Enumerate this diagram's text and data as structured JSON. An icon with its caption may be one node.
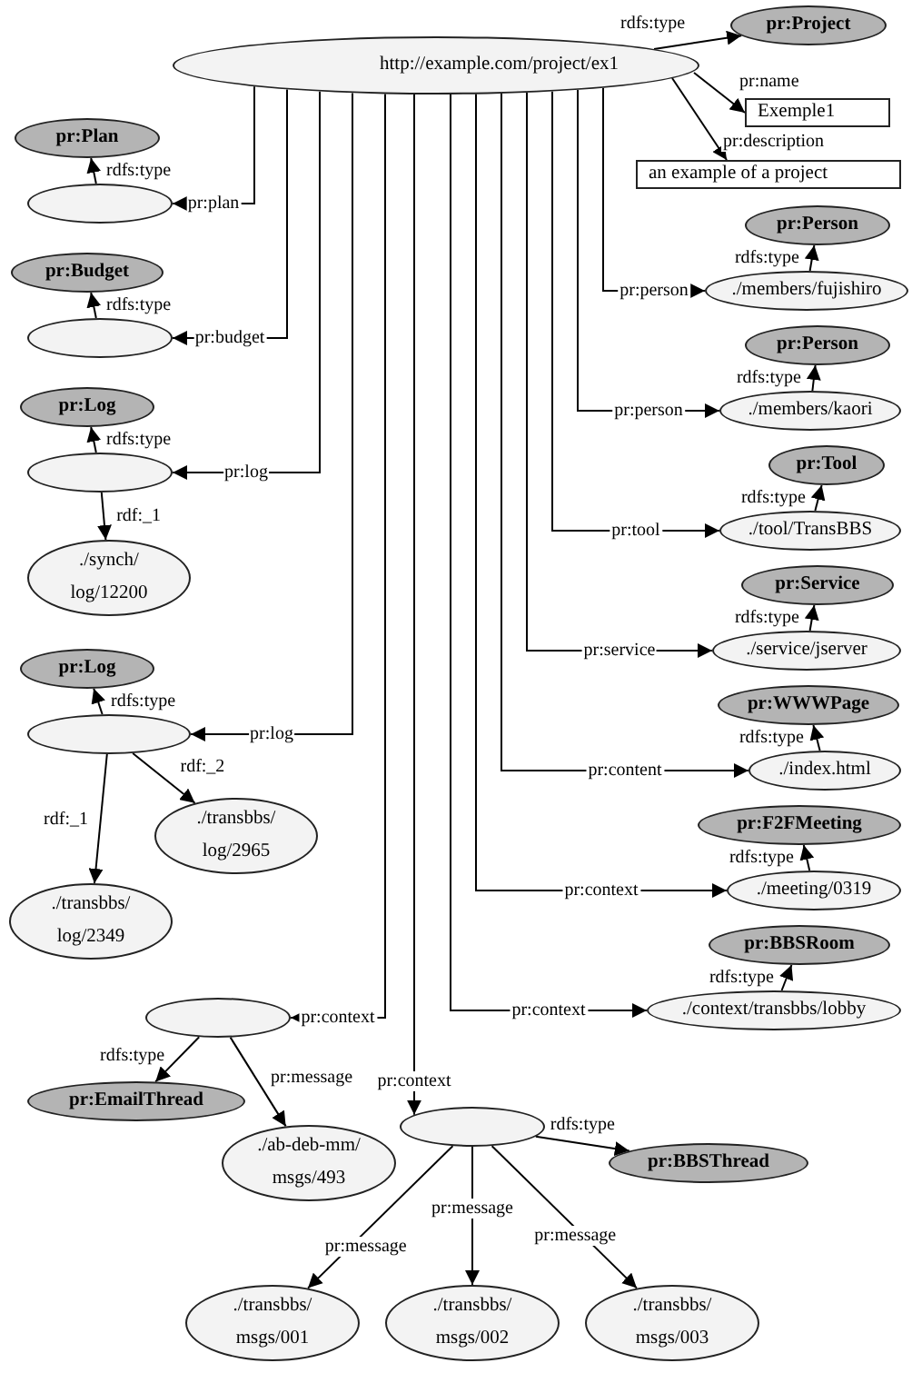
{
  "diagram": {
    "nodes": [
      {
        "text": [
          "http://example.com/project/ex1"
        ]
      },
      {
        "text": [
          "pr:Project"
        ]
      },
      {
        "text": [
          "Exemple1"
        ]
      },
      {
        "text": [
          "an example of a project"
        ]
      },
      {
        "text": [
          "pr:Plan"
        ]
      },
      {
        "text": [],
        "shape": "ellipse"
      },
      {
        "text": [
          "pr:Budget"
        ]
      },
      {
        "text": [],
        "shape": "ellipse"
      },
      {
        "text": [
          "pr:Person"
        ]
      },
      {
        "text": [
          "./members/fujishiro"
        ]
      },
      {
        "text": [
          "pr:Log"
        ]
      },
      {
        "text": [],
        "shape": "ellipse"
      },
      {
        "text": [
          "pr:Person"
        ]
      },
      {
        "text": [
          "./members/kaori"
        ]
      },
      {
        "text": [
          "pr:Tool"
        ]
      },
      {
        "text": [
          "./tool/TransBBS"
        ]
      },
      {
        "text": [
          "./synch/ log/12200"
        ]
      },
      {
        "text": [
          "pr:Service"
        ]
      },
      {
        "text": [
          "./service/jserver"
        ]
      },
      {
        "text": [
          "pr:Log"
        ]
      },
      {
        "text": [],
        "shape": "ellipse"
      },
      {
        "text": [
          "pr:WWWPage"
        ]
      },
      {
        "text": [
          "./index.html"
        ]
      },
      {
        "text": [
          "./transbbs/ log/2965"
        ]
      },
      {
        "text": [
          "pr:F2FMeeting"
        ]
      },
      {
        "text": [
          "./transbbs/ log/2349"
        ]
      },
      {
        "text": [],
        "shape": "ellipse"
      },
      {
        "text": [
          "./meeting/0319"
        ]
      },
      {
        "text": [
          "pr:BBSRoom"
        ]
      },
      {
        "text": [
          "pr:EmailThread"
        ]
      },
      {
        "text": [
          "./context/transbbs/lobby"
        ]
      },
      {
        "text": [],
        "shape": "ellipse"
      },
      {
        "text": [
          "./ab-deb-mm/ msgs/493"
        ]
      },
      {
        "text": [
          "pr:BBSThread"
        ]
      },
      {
        "text": [
          "./transbbs/ msgs/001"
        ]
      },
      {
        "text": [
          "./transbbs/ msgs/002"
        ]
      },
      {
        "text": [
          "./transbbs/ msgs/003"
        ]
      }
    ],
    "edges": [
      {
        "from": 0,
        "to": 1,
        "arrow": "to",
        "label": "rdfs:type"
      },
      {
        "from": 0,
        "to": 2,
        "arrow": "to",
        "label": "pr:name"
      },
      {
        "from": 0,
        "to": 3,
        "arrow": "to",
        "label": "pr:description"
      },
      {
        "from": 0,
        "to": 5,
        "arrow": "to",
        "label": "pr:plan"
      },
      {
        "from": 5,
        "to": 4,
        "arrow": "to",
        "label": "rdfs:type"
      },
      {
        "from": 0,
        "to": 7,
        "arrow": "to",
        "label": "pr:budget"
      },
      {
        "from": 7,
        "to": 6,
        "arrow": "to",
        "label": "rdfs:type"
      },
      {
        "from": 0,
        "to": 9,
        "arrow": "to",
        "label": "pr:person"
      },
      {
        "from": 9,
        "to": 8,
        "arrow": "to",
        "label": "rdfs:type"
      },
      {
        "from": 0,
        "to": 11,
        "arrow": "to",
        "label": "pr:log"
      },
      {
        "from": 11,
        "to": 10,
        "arrow": "to",
        "label": "rdfs:type"
      },
      {
        "from": 0,
        "to": 13,
        "arrow": "to",
        "label": "pr:person"
      },
      {
        "from": 13,
        "to": 12,
        "arrow": "to",
        "label": "rdfs:type"
      },
      {
        "from": 0,
        "to": 15,
        "arrow": "to",
        "label": "pr:tool"
      },
      {
        "from": 15,
        "to": 14,
        "arrow": "to",
        "label": "rdfs:type"
      },
      {
        "from": 11,
        "to": 16,
        "arrow": "to",
        "label": "rdf:_1"
      },
      {
        "from": 0,
        "to": 18,
        "arrow": "to",
        "label": "pr:service"
      },
      {
        "from": 18,
        "to": 17,
        "arrow": "to",
        "label": "rdfs:type"
      },
      {
        "from": 0,
        "to": 20,
        "arrow": "to",
        "label": "pr:log"
      },
      {
        "from": 20,
        "to": 19,
        "arrow": "to",
        "label": "rdfs:type"
      },
      {
        "from": 0,
        "to": 22,
        "arrow": "to",
        "label": "pr:content"
      },
      {
        "from": 22,
        "to": 21,
        "arrow": "to",
        "label": "rdfs:type"
      },
      {
        "from": 20,
        "to": 23,
        "arrow": "to",
        "label": "rdf:_2"
      },
      {
        "from": 20,
        "to": 25,
        "arrow": "to",
        "label": "rdf:_1"
      },
      {
        "from": 0,
        "to": 26,
        "arrow": "to",
        "label": "pr:context"
      },
      {
        "from": 26,
        "to": 29,
        "arrow": "to",
        "label": "rdfs:type"
      },
      {
        "from": 26,
        "to": 32,
        "arrow": "to",
        "label": "pr:message"
      },
      {
        "from": 0,
        "to": 27,
        "arrow": "to",
        "label": "pr:context"
      },
      {
        "from": 27,
        "to": 24,
        "arrow": "to",
        "label": "rdfs:type"
      },
      {
        "from": 0,
        "to": 30,
        "arrow": "to",
        "label": "pr:context"
      },
      {
        "from": 30,
        "to": 28,
        "arrow": "to",
        "label": "rdfs:type"
      },
      {
        "from": 0,
        "to": 31,
        "arrow": "to",
        "label": "pr:context"
      },
      {
        "from": 31,
        "to": 33,
        "arrow": "to",
        "label": "rdfs:type"
      },
      {
        "from": 31,
        "to": 34,
        "arrow": "to",
        "label": "pr:message"
      },
      {
        "from": 31,
        "to": 35,
        "arrow": "to",
        "label": "pr:message"
      },
      {
        "from": 31,
        "to": 36,
        "arrow": "to",
        "label": "pr:message"
      }
    ]
  }
}
